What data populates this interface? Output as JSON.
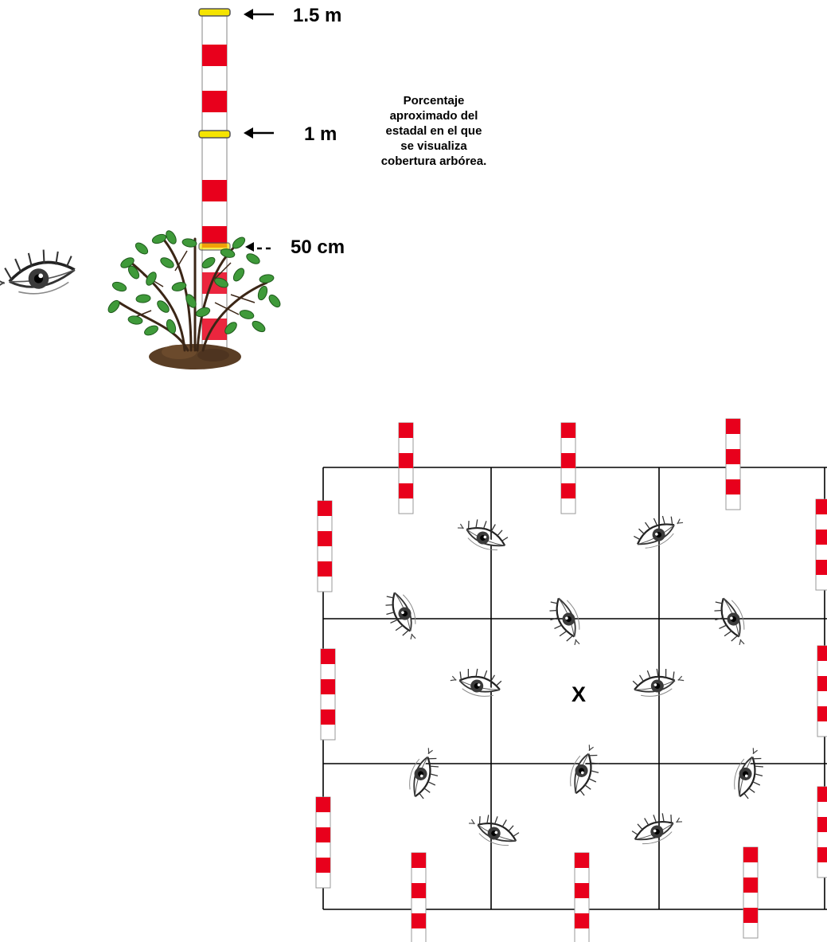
{
  "measure_labels": {
    "h150": "1.5 m",
    "h100": "1 m",
    "h50": "50 cm"
  },
  "description_lines": [
    "Porcentaje",
    "aproximado del",
    "estadal en el que",
    "se visualiza",
    "cobertura arbórea."
  ],
  "center_mark": "X",
  "colors": {
    "pole_red": "#e8001c",
    "marker_yellow": "#f5e400",
    "leaf_green": "#3f9a3a",
    "grid_line": "#000000",
    "soil_brown": "#5a3e25"
  },
  "icons": [
    "eye-icon",
    "arrow-left-icon",
    "bush-icon",
    "pole-icon"
  ]
}
